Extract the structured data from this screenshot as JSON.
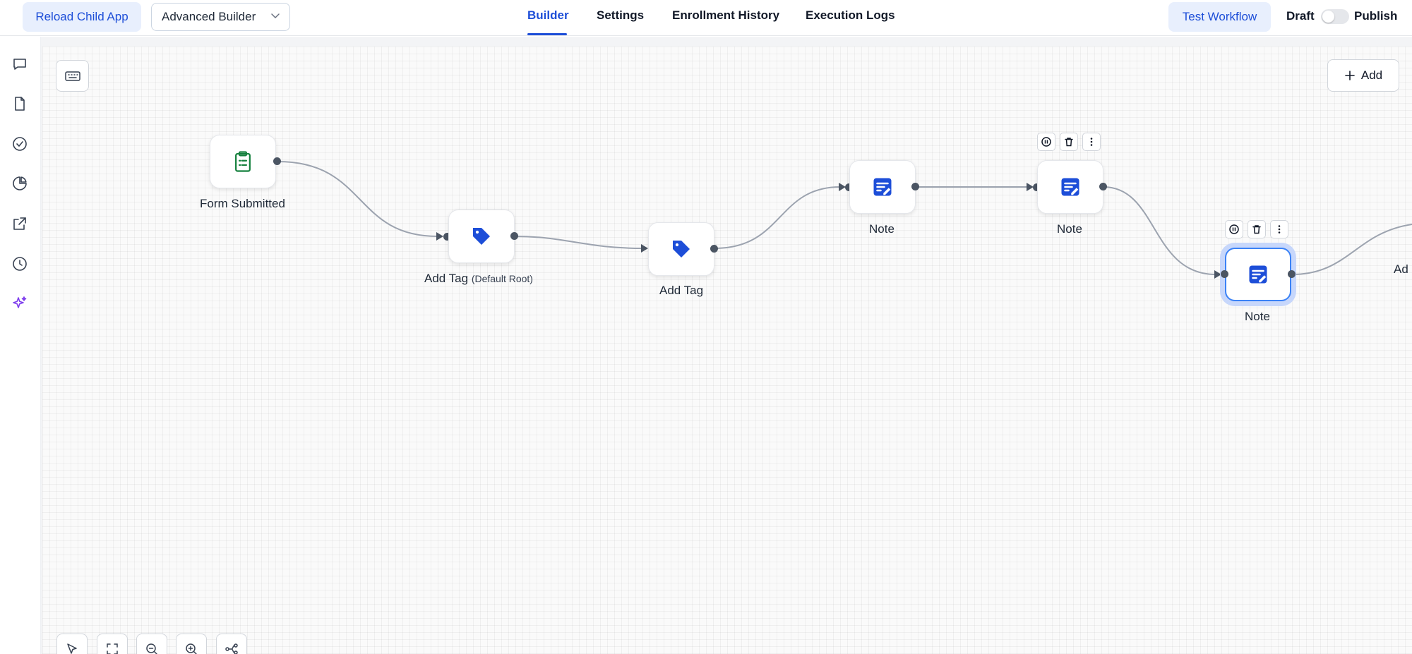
{
  "header": {
    "reload_button": "Reload Child App",
    "builder_select": {
      "value": "Advanced Builder"
    },
    "tabs": [
      {
        "label": "Builder",
        "active": true
      },
      {
        "label": "Settings",
        "active": false
      },
      {
        "label": "Enrollment History",
        "active": false
      },
      {
        "label": "Execution Logs",
        "active": false
      }
    ],
    "test_button": "Test Workflow",
    "draft_label": "Draft",
    "publish_label": "Publish",
    "publish_toggle_on": false
  },
  "sidebar": {
    "items": [
      {
        "icon": "chat-icon"
      },
      {
        "icon": "document-icon"
      },
      {
        "icon": "check-circle-icon"
      },
      {
        "icon": "pie-chart-icon"
      },
      {
        "icon": "external-link-icon"
      },
      {
        "icon": "history-icon"
      },
      {
        "icon": "sparkles-icon"
      }
    ]
  },
  "canvas": {
    "add_button": "Add",
    "nodes": [
      {
        "label": "Form Submitted",
        "icon": "clipboard-icon"
      },
      {
        "label": "Add Tag",
        "sublabel": "(Default Root)",
        "icon": "tag-icon"
      },
      {
        "label": "Add Tag",
        "icon": "tag-icon"
      },
      {
        "label": "Note",
        "icon": "note-icon"
      },
      {
        "label": "Note",
        "icon": "note-icon"
      },
      {
        "label": "Note",
        "icon": "note-icon",
        "selected": true
      }
    ],
    "clipped_label": "Ad",
    "bottom_tools": [
      {
        "icon": "pointer-icon"
      },
      {
        "icon": "fit-view-icon"
      },
      {
        "icon": "zoom-out-icon"
      },
      {
        "icon": "zoom-in-icon"
      },
      {
        "icon": "auto-layout-icon"
      }
    ]
  },
  "colors": {
    "accent": "#1d4ed8",
    "accent_soft": "#e8effd",
    "node_icon_blue": "#1d4ed8",
    "node_icon_green": "#15803d",
    "edge": "#9ca3af"
  }
}
